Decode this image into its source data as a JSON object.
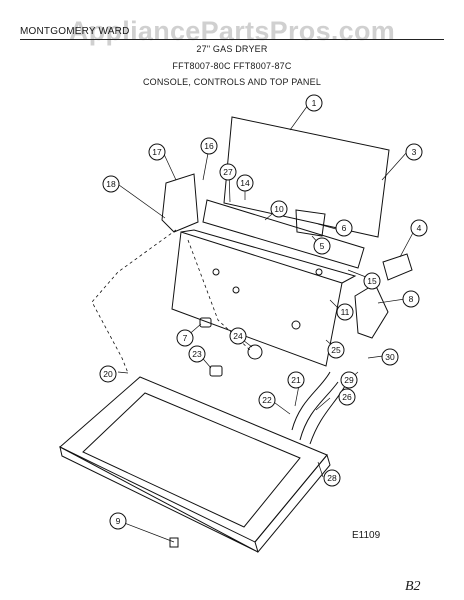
{
  "header": {
    "brand": "MONTGOMERY WARD",
    "model_desc": "27\" GAS DRYER",
    "model_numbers": "FFT8007-80C  FFT8007-87C",
    "section_title": "CONSOLE, CONTROLS AND TOP PANEL"
  },
  "watermark": "AppliancePartsPros.com",
  "footer": {
    "diagram_code": "E1109",
    "page_mark": "B2"
  },
  "callouts": [
    "1",
    "3",
    "16",
    "17",
    "18",
    "27",
    "14",
    "10",
    "6",
    "5",
    "4",
    "15",
    "8",
    "11",
    "7",
    "24",
    "25",
    "23",
    "30",
    "20",
    "21",
    "29",
    "22",
    "26",
    "28",
    "9"
  ]
}
